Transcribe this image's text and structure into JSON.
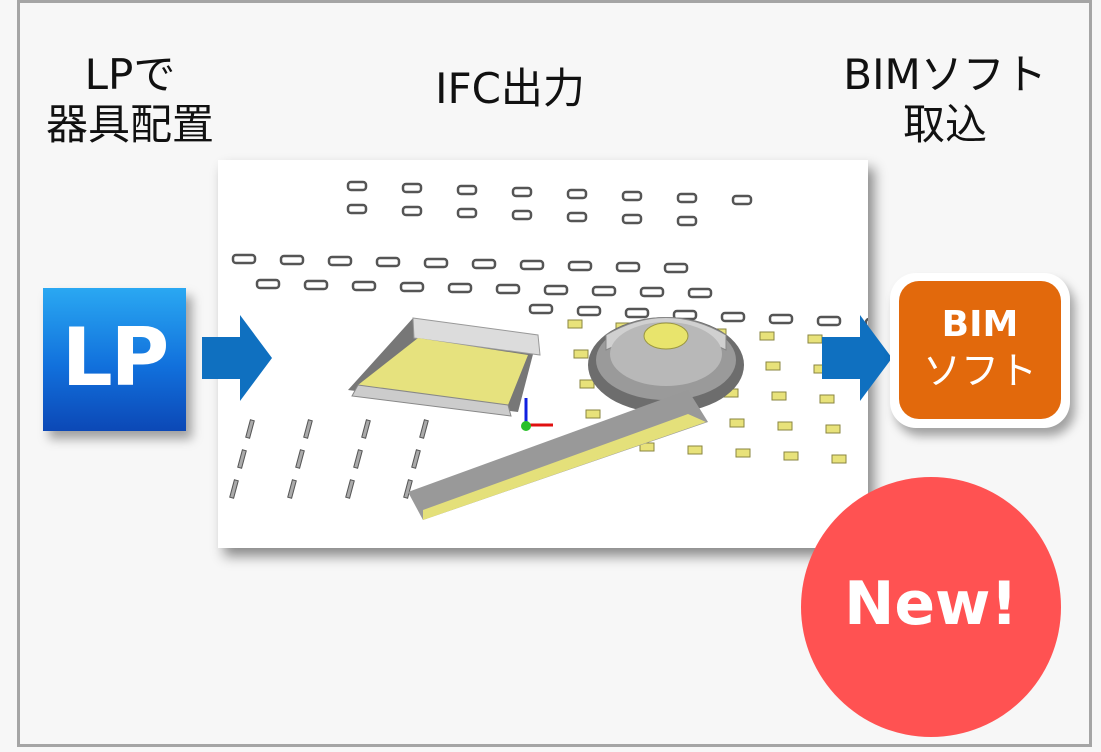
{
  "steps": {
    "lp": {
      "line1": "LPで",
      "line2": "器具配置"
    },
    "ifc": {
      "label": "IFC出力"
    },
    "bim": {
      "line1": "BIMソフト",
      "line2": "取込"
    }
  },
  "lp_logo": {
    "text": "LP",
    "icon": "lp-app-logo"
  },
  "bim_box": {
    "line1": "BIM",
    "line2": "ソフト",
    "color": "#e2690c"
  },
  "badge": {
    "text": "New!",
    "color": "#ff5252"
  },
  "arrow_color": "#0f70c0",
  "viewer": {
    "icon": "ifc-3d-luminaire-preview"
  }
}
